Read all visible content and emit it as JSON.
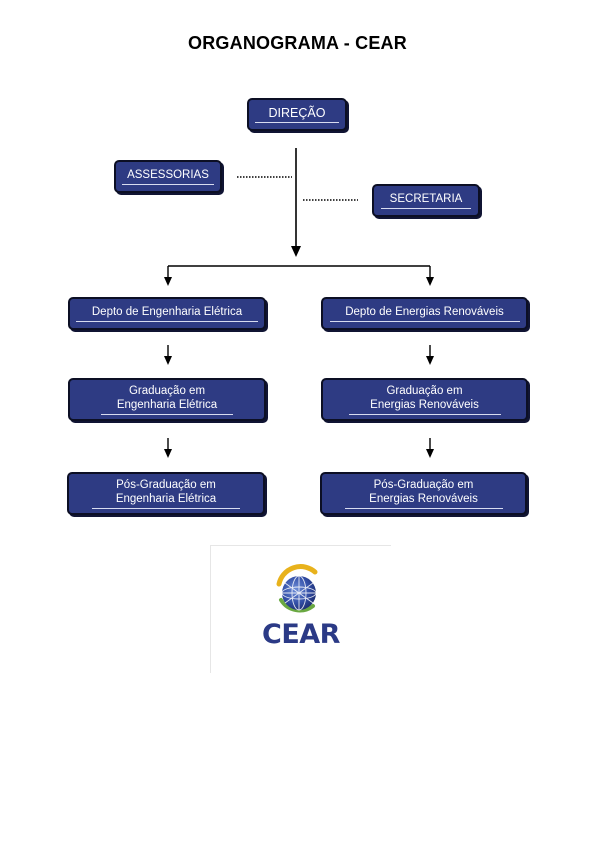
{
  "title": "ORGANOGRAMA - CEAR",
  "nodes": {
    "direcao": "DIREÇÃO",
    "assessorias": "ASSESSORIAS",
    "secretaria": "SECRETARIA",
    "depto_ee": "Depto de Engenharia Elétrica",
    "depto_er": "Depto de Energias Renováveis",
    "grad_ee": [
      "Graduação em",
      "Engenharia Elétrica"
    ],
    "grad_er": [
      "Graduação em",
      "Energias Renováveis"
    ],
    "pos_ee": [
      "Pós-Graduação em",
      "Engenharia Elétrica"
    ],
    "pos_er": [
      "Pós-Graduação em",
      "Energias Renováveis"
    ]
  },
  "logo": {
    "text": "CEAR"
  },
  "colors": {
    "box_fill": "#2e3b83",
    "box_border": "#0c0f24",
    "logo_blue": "#2b3a86",
    "logo_gold": "#e8b21c",
    "logo_green": "#6aa842"
  }
}
